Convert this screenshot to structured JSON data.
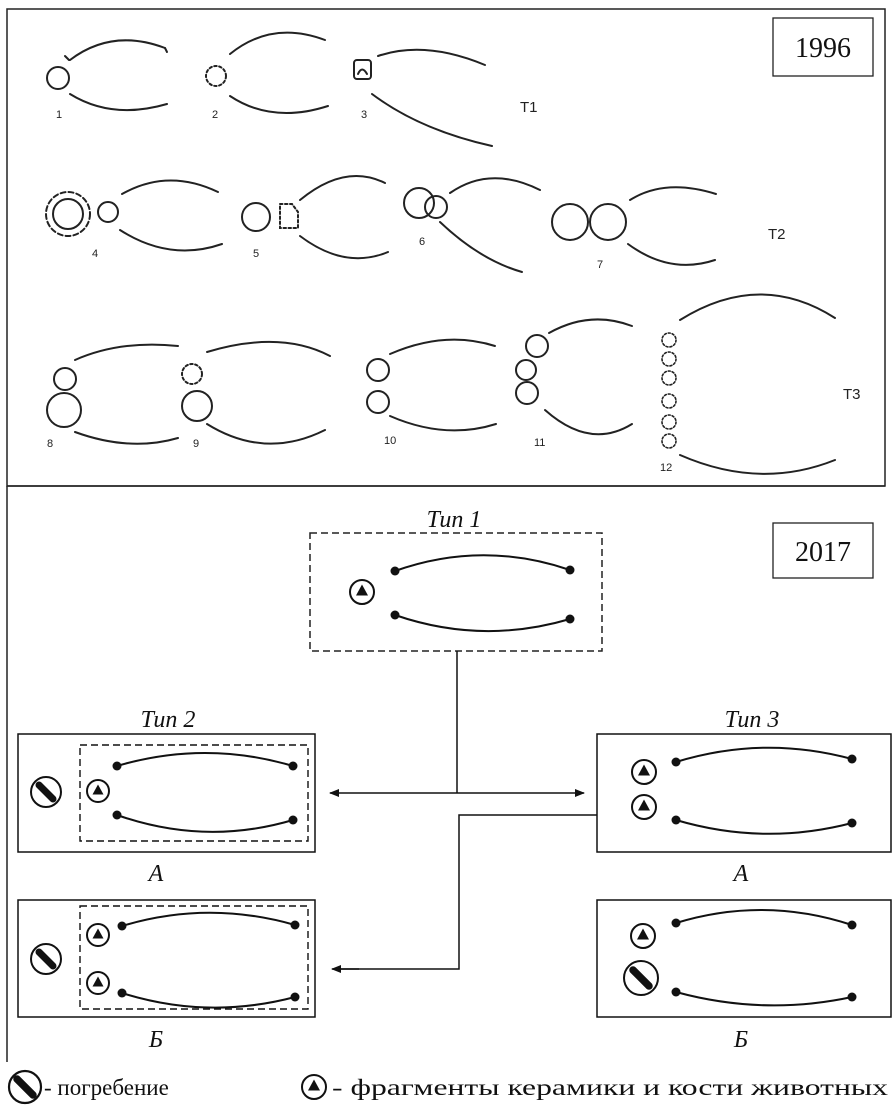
{
  "panel_1996": {
    "year": "1996",
    "row_labels": [
      "Т1",
      "Т2",
      "Т3"
    ],
    "figure_numbers": [
      "1",
      "2",
      "3",
      "4",
      "5",
      "6",
      "7",
      "8",
      "9",
      "10",
      "11",
      "12"
    ]
  },
  "panel_2017": {
    "year": "2017",
    "type1": {
      "title": "Тип 1"
    },
    "type2": {
      "title": "Тип 2",
      "sub_a": "А",
      "sub_b": "Б"
    },
    "type3": {
      "title": "Тип 3",
      "sub_a": "А",
      "sub_b": "Б"
    }
  },
  "legend": {
    "burial_icon": "burial-icon",
    "burial_text": "- погребение",
    "ceramics_icon": "ceramics-triangle-icon",
    "ceramics_text": "- фрагменты керамики и кости животных"
  }
}
